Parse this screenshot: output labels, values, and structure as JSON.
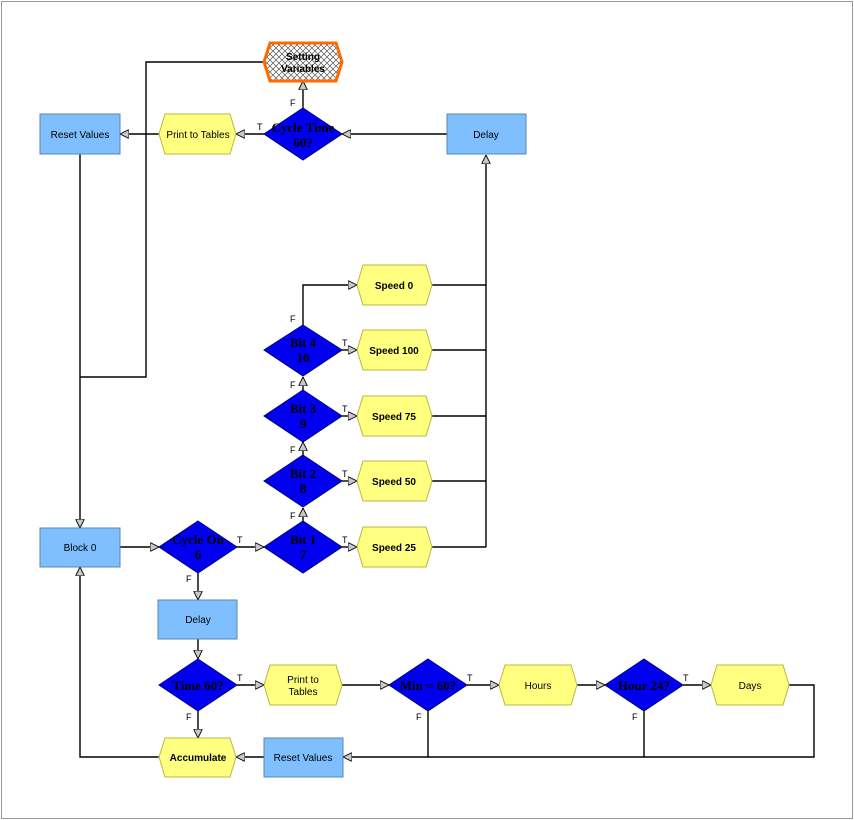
{
  "colors": {
    "process_fill": "#7fbfff",
    "process_stroke": "#5a86b0",
    "io_fill": "#ffff80",
    "io_stroke": "#b8b840",
    "decision_fill": "#0000ee",
    "decision_stroke": "#000080",
    "special_stroke": "#ff6a00",
    "line": "#000000"
  },
  "blocks": {
    "setting_variables": [
      "Setting",
      "Variables"
    ],
    "reset_values_top": "Reset Values",
    "print_to_tables_top": "Print to Tables",
    "cycle_time_decision": [
      "Cycle Time",
      "60?"
    ],
    "delay_top": "Delay",
    "speed_0": "Speed 0",
    "speed_100": "Speed 100",
    "speed_75": "Speed 75",
    "speed_50": "Speed 50",
    "speed_25": "Speed 25",
    "bit4_decision": [
      "Bit 4",
      "10"
    ],
    "bit3_decision": [
      "Bit 3",
      "9"
    ],
    "bit2_decision": [
      "Bit 2",
      "8"
    ],
    "bit1_decision": [
      "Bit 1",
      "7"
    ],
    "block_0": "Block 0",
    "cycle_on_decision": [
      "Cycle On",
      "6"
    ],
    "delay_mid": "Delay",
    "time_decision": "Time 60?",
    "print_to_tables_bottom": [
      "Print to",
      "Tables"
    ],
    "min_decision": "Min = 60?",
    "hours": "Hours",
    "hour_decision": "Hour 24?",
    "days": "Days",
    "accumulate": "Accumulate",
    "reset_values_bottom": "Reset Values"
  },
  "branch_labels": {
    "true": "T",
    "false": "F"
  }
}
